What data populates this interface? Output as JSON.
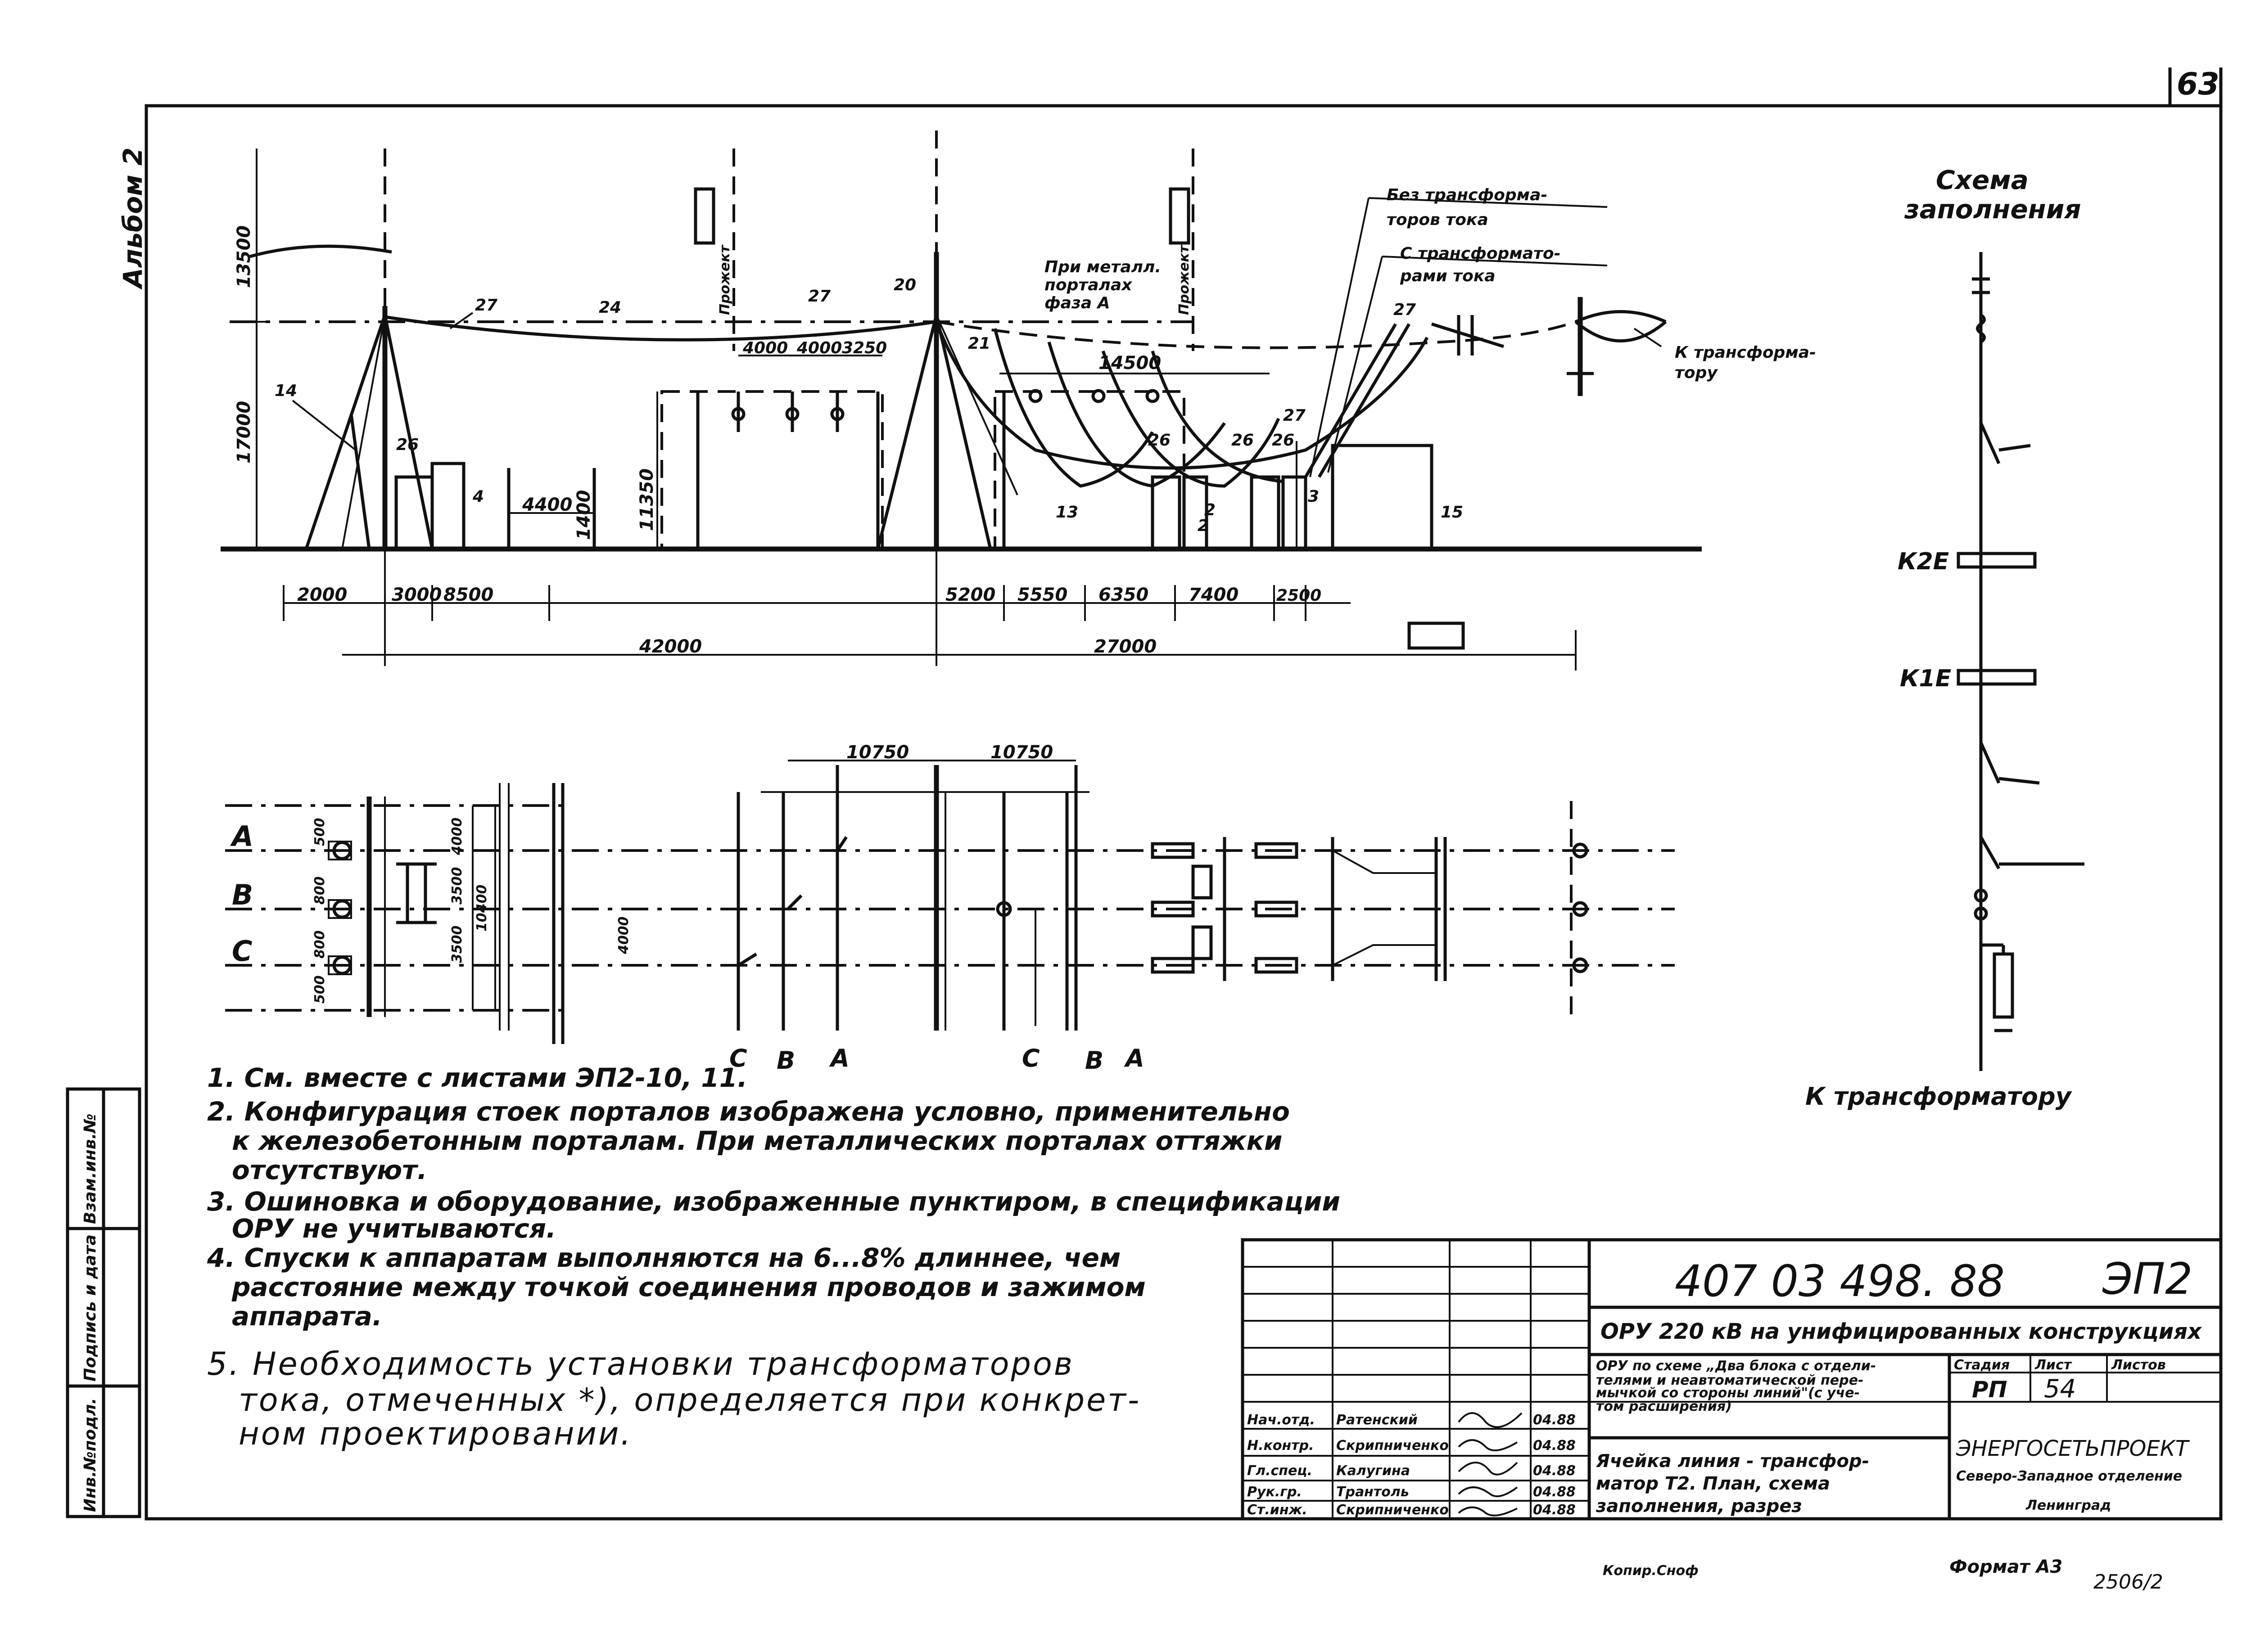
{
  "sheet": {
    "page_number": "63",
    "album": "Альбом 2",
    "footer_left": "Копир.Сноф",
    "footer_format": "Формат А3",
    "footer_right": "2506/2"
  },
  "section_view": {
    "callouts": [
      "27",
      "24",
      "27",
      "20",
      "21",
      "13",
      "27",
      "27",
      "26",
      "26",
      "26",
      "26",
      "15",
      "3",
      "4",
      "14",
      "2",
      "2"
    ],
    "heights": [
      "13500",
      "17000",
      "11350"
    ],
    "small_dims": [
      "4400",
      "1400"
    ],
    "tops": [
      "4000",
      "4000",
      "3250"
    ],
    "span_14500": "14500",
    "bottom_dims": [
      "2000",
      "3000",
      "8500",
      "5200",
      "5550",
      "6350",
      "7400",
      "2500"
    ],
    "total_left": "42000",
    "total_right": "27000",
    "label_metal": [
      "При металл.",
      "порталах",
      "фаза А"
    ],
    "label_no_ct": [
      "Без трансформа-",
      "торов тока"
    ],
    "label_with_ct": [
      "С трансформато-",
      "рами тока"
    ],
    "to_transformer_top": [
      "К трансформа-",
      "тору"
    ],
    "mast_label": "Прожект",
    "mast_label2": "Прожект"
  },
  "plan_view": {
    "phases": [
      "А",
      "В",
      "С"
    ],
    "dims_top": [
      "10750",
      "10750"
    ],
    "dims_left": [
      "500",
      "800",
      "800",
      "500"
    ],
    "dims_mid": [
      "4000",
      "4000",
      "3500",
      "3500",
      "10400"
    ],
    "bottom_phase_labels": [
      "С",
      "В",
      "А",
      "С",
      "В",
      "А"
    ]
  },
  "scheme": {
    "title_line1": "Схема",
    "title_line2": "заполнения",
    "k2e": "К2Е",
    "k1e": "К1Е",
    "to_transformer": "К трансформатору"
  },
  "notes": [
    "1. См. вместе с листами ЭП2-10, 11.",
    "2. Конфигурация стоек порталов изображена условно, применительно",
    "к железобетонным порталам. При металлических порталах оттяжки",
    "отсутствуют.",
    "3. Ошиновка и оборудование, изображенные пунктиром, в спецификации",
    "ОРУ не учитываются.",
    "4. Спуски к аппаратам выполняются на 6...8% длиннее, чем",
    "расстояние между точкой соединения проводов и зажимом",
    "аппарата."
  ],
  "note5": [
    "5. Необходимость установки трансформаторов",
    "тока, отмеченных *), определяется при конкрет-",
    "ном проектировании."
  ],
  "side_stamp": [
    "Инв.№подл.",
    "Подпись и дата",
    "Взам.инв.№"
  ],
  "title_block": {
    "doc_code": "407  03  498. 88",
    "sheet_code": "ЭП2",
    "project_title": "ОРУ 220 кВ на унифицированных  конструкциях",
    "desc_1": [
      "ОРУ по схеме „Два блока с отдели-",
      "телями и неавтоматической пере-",
      "мычкой со стороны линий\"(с уче-",
      "том расширения)"
    ],
    "desc_2": [
      "Ячейка линия - трансфор-",
      "матор Т2. План, схема",
      "заполнения, разрез"
    ],
    "stage_h": "Стадия",
    "sheet_h": "Лист",
    "sheets_h": "Листов",
    "stage": "РП",
    "sheet": "54",
    "org": [
      "ЭНЕРГОСЕТЬПРОЕКТ",
      "Северо-Западное отделение",
      "Ленинград"
    ],
    "roles": [
      "Нач.отд.",
      "Н.контр.",
      "Гл.спец.",
      "Рук.гр.",
      "Ст.инж."
    ],
    "names": [
      "Ратенский",
      "Скрипниченко",
      "Калугина",
      "Трантоль",
      "Скрипниченко"
    ],
    "dates": [
      "04.88",
      "04.88",
      "04.88",
      "04.88",
      "04.88"
    ]
  }
}
